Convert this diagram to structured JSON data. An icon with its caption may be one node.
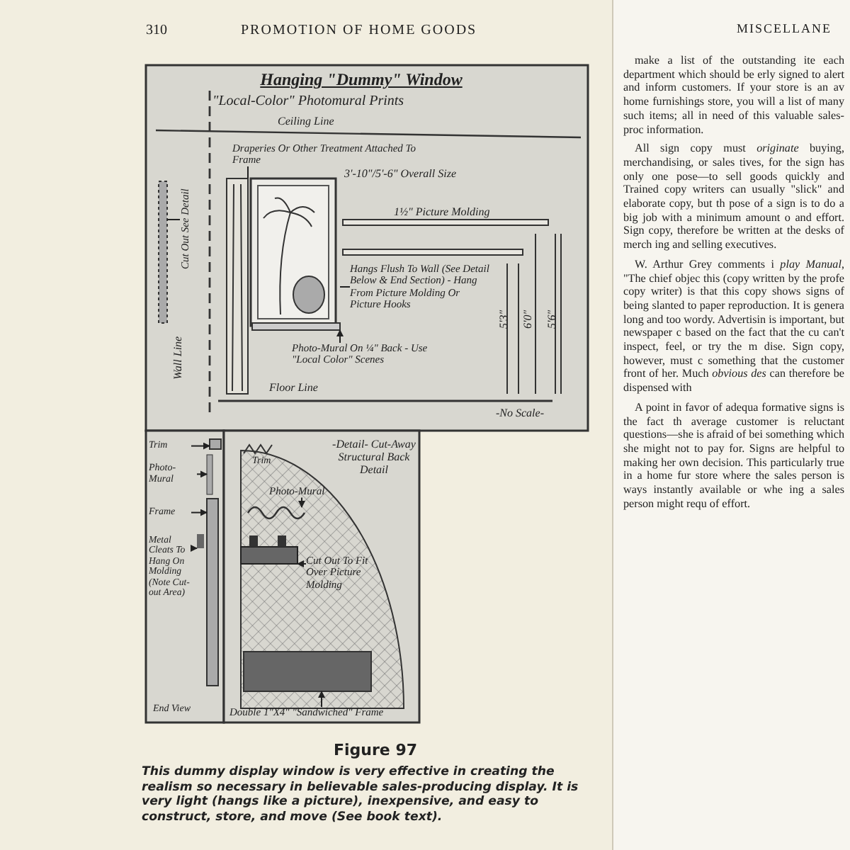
{
  "diagram": {
    "title": "Hanging \"Dummy\" Window",
    "caption": "This dummy display window is very effective in creating the realism so necessary in believable sales-producing display. It is very light (hangs like a picture), inexpensive, and easy to construct, store, and move (See book text).",
    "nodes": [
      {
        "text": [
          "Draperies Or Other Treatment Attached To Frame"
        ]
      },
      {
        "text": [
          "Hangs Flush To Wall (See Detail Below & End Section) - Hang From Picture Molding Or Picture Hooks"
        ]
      },
      {
        "text": [
          "Photo-Mural On ¼\" Back - Use \"Local Color\" Scenes"
        ]
      },
      {
        "text": [
          "Cut Out See Detail"
        ]
      },
      {
        "text": [
          "Trim"
        ]
      },
      {
        "text": [
          "Photo-Mural"
        ]
      },
      {
        "text": [
          "Frame"
        ]
      },
      {
        "text": [
          "Metal Cleats To Hang On Molding (Note Cut-out Area)"
        ]
      },
      {
        "text": [
          "Photo-Mural"
        ]
      },
      {
        "text": [
          "Cut Out To Fit Over Picture Molding"
        ]
      },
      {
        "text": [
          "Double 1\"X4\" \"Sandwiched\" Frame"
        ]
      },
      {
        "text": [],
        "shape": "picture"
      },
      {
        "text": [],
        "shape": "picture"
      },
      {
        "text": [],
        "shape": "bar"
      },
      {
        "text": [],
        "shape": "bar"
      },
      {
        "text": [],
        "shape": "bar"
      },
      {
        "text": [],
        "shape": "bar"
      },
      {
        "text": [],
        "shape": "box"
      },
      {
        "text": [],
        "shape": "picture"
      },
      {
        "text": [],
        "shape": "box"
      },
      {
        "text": [],
        "shape": "box"
      }
    ],
    "edges": [
      {
        "from": 0,
        "to": 11,
        "arrow": "none"
      },
      {
        "from": 1,
        "to": 12,
        "arrow": "none"
      },
      {
        "from": 2,
        "to": 12,
        "arrow": "to"
      },
      {
        "from": 3,
        "to": 13,
        "arrow": "none"
      },
      {
        "from": 4,
        "to": 14,
        "arrow": "to"
      },
      {
        "from": 5,
        "to": 15,
        "arrow": "to"
      },
      {
        "from": 6,
        "to": 16,
        "arrow": "to"
      },
      {
        "from": 7,
        "to": 17,
        "arrow": "to"
      },
      {
        "from": 8,
        "to": 18,
        "arrow": "to"
      },
      {
        "from": 9,
        "to": 19,
        "arrow": "to"
      },
      {
        "from": 10,
        "to": 20,
        "arrow": "to"
      }
    ],
    "labels": [
      "310",
      "PROMOTION OF HOME GOODS",
      "MISCELLANE",
      "\"Local-Color\" Photomural Prints",
      "Ceiling Line",
      "3'-10\"/5'-6\" Overall Size",
      "1½\" Picture Molding",
      "Wall Line",
      "Floor Line",
      "5'3\"",
      "6'0\"",
      "5'6\"",
      "-No Scale-",
      "-Detail- Cut-Away Structural Back Detail",
      "Trim",
      "End View",
      "Figure 97",
      "make a list of the outstanding ite each department which should be erly signed to alert and inform customers. If your store is an av home furnishings store, you will a list of many such items; all in need of this valuable sales-proc information.",
      "All sign copy must *originate* buying, merchandising, or sales tives, for the sign has only one pose—to sell goods quickly and Trained copy writers can usually \"slick\" and elaborate copy, but th pose of a sign is to do a big job with a minimum amount o and effort. Sign copy, therefore be written at the desks of merch ing and selling executives.",
      "W. Arthur Grey comments i *play Manual*, \"The chief objec this (copy written by the profe copy writer) is that this copy shows signs of being slanted to paper reproduction. It is genera long and too wordy. Advertisin is important, but newspaper c based on the fact that the cu can't inspect, feel, or try the m dise. Sign copy, however, must c something that the customer front of her. Much *obvious des* can therefore be dispensed with",
      "A point in favor of adequa formative signs is the fact th average customer is reluctant questions—she is afraid of bei something which she might not to pay for. Signs are helpful to making her own decision. This particularly true in a home fur store where the sales person is ways instantly available or whe ing a sales person might requ of effort."
    ]
  }
}
